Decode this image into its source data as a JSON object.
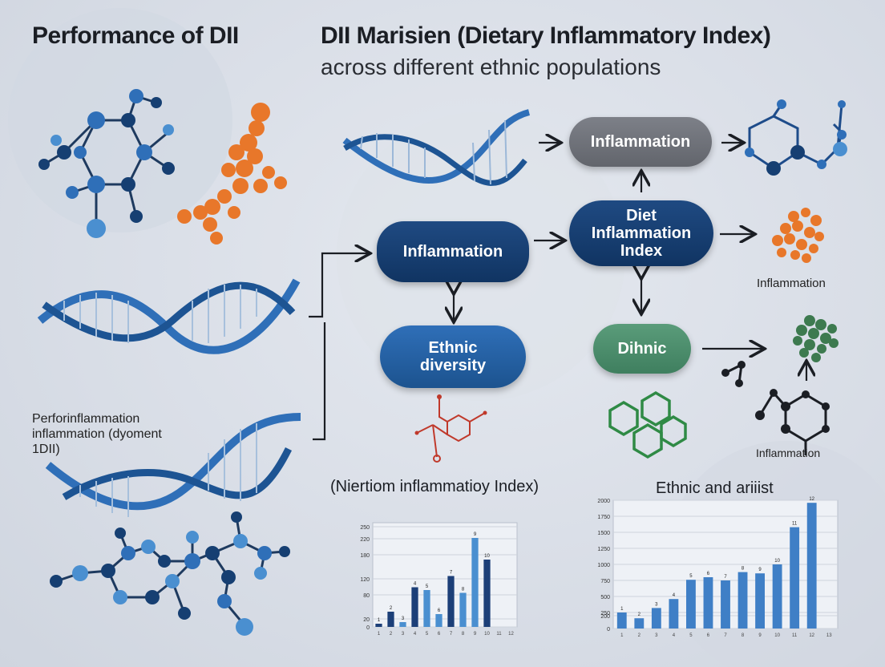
{
  "header": {
    "left_title": "Performance of DII",
    "main_title": "DII Marisien (Dietary Inflammatory Index)",
    "subtitle": "across different ethnic populations"
  },
  "nodes": {
    "top_inflammation": "Inflammation",
    "center_inflammation": "Inflammation",
    "dii": "Diet Inflammation Index",
    "ethnic_diversity": "Ethnic diversity",
    "dihnic": "Dihnic"
  },
  "labels": {
    "right_inflammation_1": "Inflammation",
    "right_inflammation_2": "Inflammation",
    "left_caption": "Perforinflammation inflammation (dyoment 1DII)"
  },
  "colors": {
    "navy": "#103462",
    "blue": "#2f6fb8",
    "gray": "#6b6e75",
    "green": "#4a8b6a",
    "orange": "#e8772a"
  },
  "chart_data": [
    {
      "type": "bar",
      "title": "(Niertiom inflammatioy Index)",
      "ylabel": "",
      "ylim": [
        0,
        260
      ],
      "yticks": [
        0,
        20,
        80,
        120,
        180,
        220,
        250
      ],
      "categories": [
        "1",
        "2",
        "3",
        "4",
        "5",
        "6",
        "7",
        "8",
        "9",
        "10",
        "11",
        "12"
      ],
      "values": [
        8,
        38,
        12,
        99,
        92,
        32,
        127,
        85,
        222,
        168,
        0,
        0
      ],
      "colors": [
        "#1c3f78",
        "#1c3f78",
        "#4a8fd0",
        "#1c3f78",
        "#4a8fd0",
        "#4a8fd0",
        "#1c3f78",
        "#4a8fd0",
        "#4a8fd0",
        "#1c3f78",
        "#4a8fd0",
        "#4a8fd0"
      ]
    },
    {
      "type": "bar",
      "title": "Ethnic and ariiist",
      "ylabel": "",
      "ylim": [
        0,
        2000
      ],
      "yticks": [
        0,
        200,
        250,
        500,
        750,
        1000,
        1250,
        1500,
        1750,
        2000
      ],
      "categories": [
        "1",
        "2",
        "3",
        "4",
        "5",
        "6",
        "7",
        "8",
        "9",
        "10",
        "11",
        "12",
        "13"
      ],
      "values": [
        250,
        160,
        320,
        460,
        760,
        800,
        750,
        880,
        860,
        1000,
        1580,
        1960,
        0
      ],
      "colors": [
        "#3f7fc6",
        "#3f7fc6",
        "#3f7fc6",
        "#3f7fc6",
        "#3f7fc6",
        "#3f7fc6",
        "#3f7fc6",
        "#3f7fc6",
        "#3f7fc6",
        "#3f7fc6",
        "#3f7fc6",
        "#3f7fc6",
        "#3f7fc6"
      ]
    }
  ]
}
